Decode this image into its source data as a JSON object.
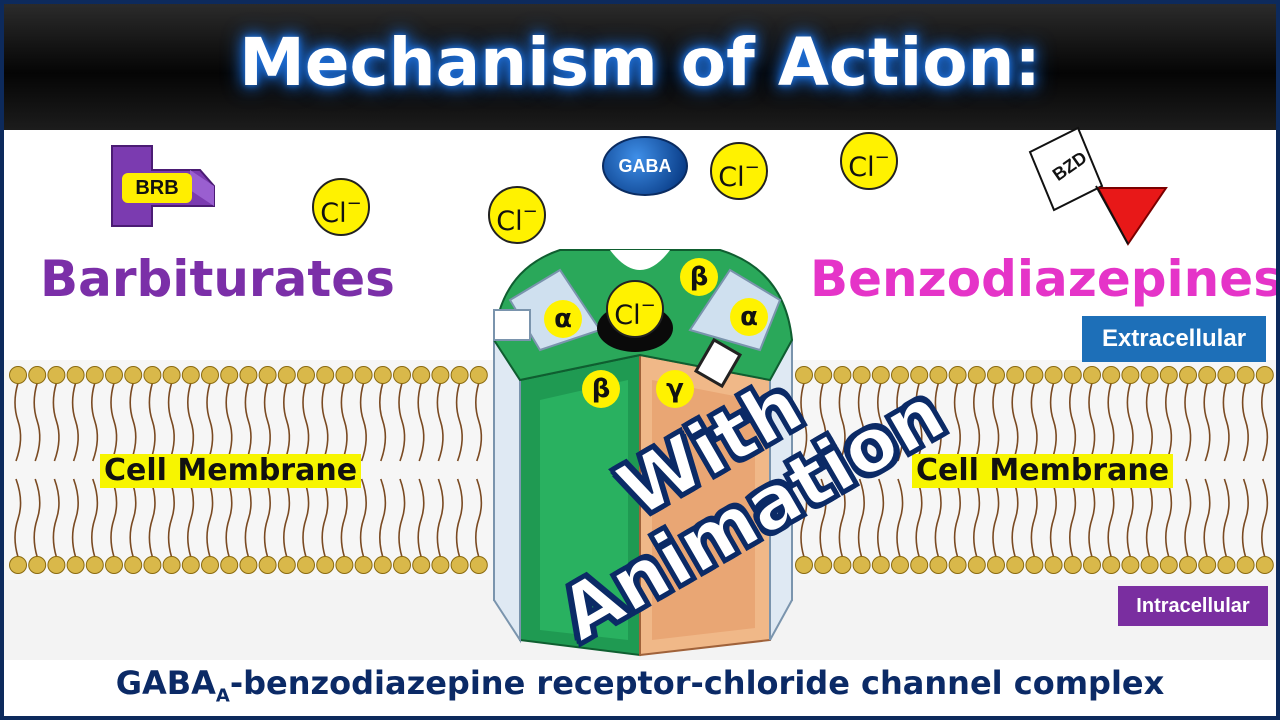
{
  "title": "Mechanism of Action:",
  "labels": {
    "barbiturates": "Barbiturates",
    "benzodiazepines": "Benzodiazepines",
    "cell_membrane_left": "Cell Membrane",
    "cell_membrane_right": "Cell Membrane",
    "extracellular": "Extracellular",
    "intracellular": "Intracellular"
  },
  "molecules": {
    "brb": "BRB",
    "bzd": "BZD",
    "gaba": "GABA",
    "chloride": "Cl",
    "chloride_charge": "−"
  },
  "subunits": {
    "alpha_left": "α",
    "alpha_right": "α",
    "beta_top": "β",
    "beta_front": "β",
    "gamma": "γ"
  },
  "overlay": {
    "line1": "With",
    "line2": "Animation"
  },
  "caption": {
    "prefix": "GABA",
    "subscript": "A",
    "suffix": "-benzodiazepine receptor-chloride channel complex"
  },
  "colors": {
    "title_glow": "#1e6fd9",
    "barbiturates": "#7b2fa8",
    "benzodiazepines": "#e534c8",
    "extracellular_bg": "#1d6fb8",
    "intracellular_bg": "#7a2ea0",
    "membrane_label_bg": "#f7f500",
    "caption": "#0b2a66",
    "chloride": "#fff200",
    "gaba": "#1455b0"
  }
}
